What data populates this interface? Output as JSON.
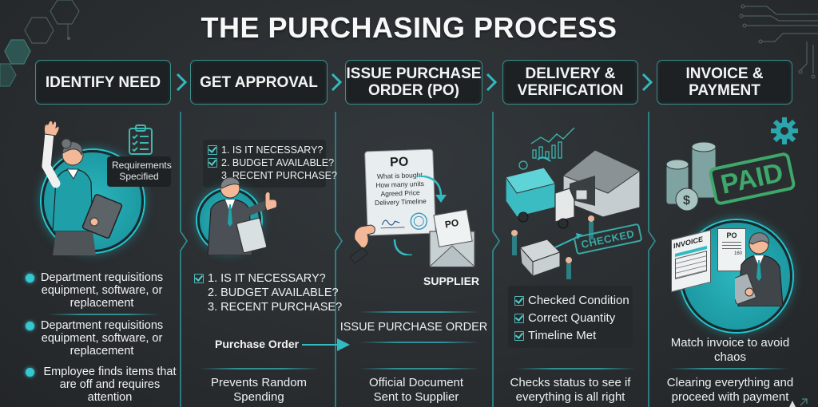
{
  "title": "THE PURCHASING PROCESS",
  "colors": {
    "background": "#2a2e31",
    "accent": "#2bb5bd",
    "box_border": "#3d8d8c",
    "text": "#f1f3f4",
    "paid_green": "#3ea86b"
  },
  "steps": [
    {
      "label": "IDENTIFY NEED",
      "illustration": "woman raising hand holding tablet",
      "bubble": {
        "icon": "clipboard-checklist-icon",
        "text_line1": "Requirements",
        "text_line2": "Specified"
      },
      "bullets": [
        {
          "line1": "Department requisitions",
          "line2": "equipment, software, or",
          "line3": "replacement"
        },
        {
          "line1": "Department requisitions",
          "line2": "equipment, software, or",
          "line3": "replacement"
        },
        {
          "line1": "Employee finds items that",
          "line2": "are off and requires attention"
        }
      ]
    },
    {
      "label": "GET APPROVAL",
      "illustration": "man with thumbs up and clipboard",
      "top_checklist": [
        "1. IS IT NECESSARY?",
        "2. BUDGET AVAILABLE?",
        "3. RECENT PURCHASE?"
      ],
      "bottom_checklist": [
        "1. IS IT NECESSARY?",
        "2. BUDGET AVAILABLE?",
        "3. RECENT PURCHASE?"
      ],
      "arrow_label": "Purchase Order",
      "caption_line1": "Prevents Random",
      "caption_line2": "Spending"
    },
    {
      "label_line1": "ISSUE PURCHASE",
      "label_line2": "ORDER (PO)",
      "po_doc": {
        "heading": "PO",
        "lines": [
          "What is bought",
          "How many units",
          "Agreed Price",
          "Delivery Timeline"
        ]
      },
      "envelope_label": "PO",
      "supplier_label": "SUPPLIER",
      "subheading": "ISSUE PURCHASE ORDER",
      "caption_line1": "Official Document",
      "caption_line2": "Sent to Supplier"
    },
    {
      "label_line1": "DELIVERY &",
      "label_line2": "VERIFICATION",
      "illustration": "truck, warehouse, workers with boxes",
      "stamp": "CHECKED",
      "checklist": [
        "Checked Condition",
        "Correct Quantity",
        "Timeline Met"
      ],
      "caption_line1": "Checks status to see if",
      "caption_line2": "everything is all right"
    },
    {
      "label_line1": "INVOICE &",
      "label_line2": "PAYMENT",
      "stamp": "PAID",
      "invoice_label": "INVOICE",
      "po_label": "PO",
      "po_amount": "160",
      "subcaption_line1": "Match invoice to avoid",
      "subcaption_line2": "chaos",
      "caption_line1": "Clearing everything and",
      "caption_line2": "proceed with payment"
    }
  ]
}
